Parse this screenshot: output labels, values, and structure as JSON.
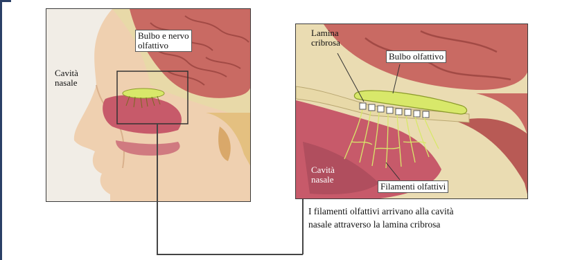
{
  "colors": {
    "frame": "#2a3f66",
    "brain": "#c96a63",
    "skin": "#efd0b0",
    "bone": "#e8d9a8",
    "bulb": "#d8e86a",
    "nasal": "#c75a6a"
  },
  "left_panel": {
    "label_bulb_nerve": "Bulbo e nervo\nolfattivo",
    "label_nasal_cavity": "Cavità\nnasale"
  },
  "right_panel": {
    "label_lamina": "Lamina\ncribrosa",
    "label_bulb": "Bulbo olfattivo",
    "label_nasal_cavity": "Cavità\nnasale",
    "label_filaments": "Filamenti olfattivi"
  },
  "caption": {
    "line1": "I filamenti olfattivi arrivano alla cavità",
    "line2": "nasale attraverso la lamina cribrosa"
  }
}
